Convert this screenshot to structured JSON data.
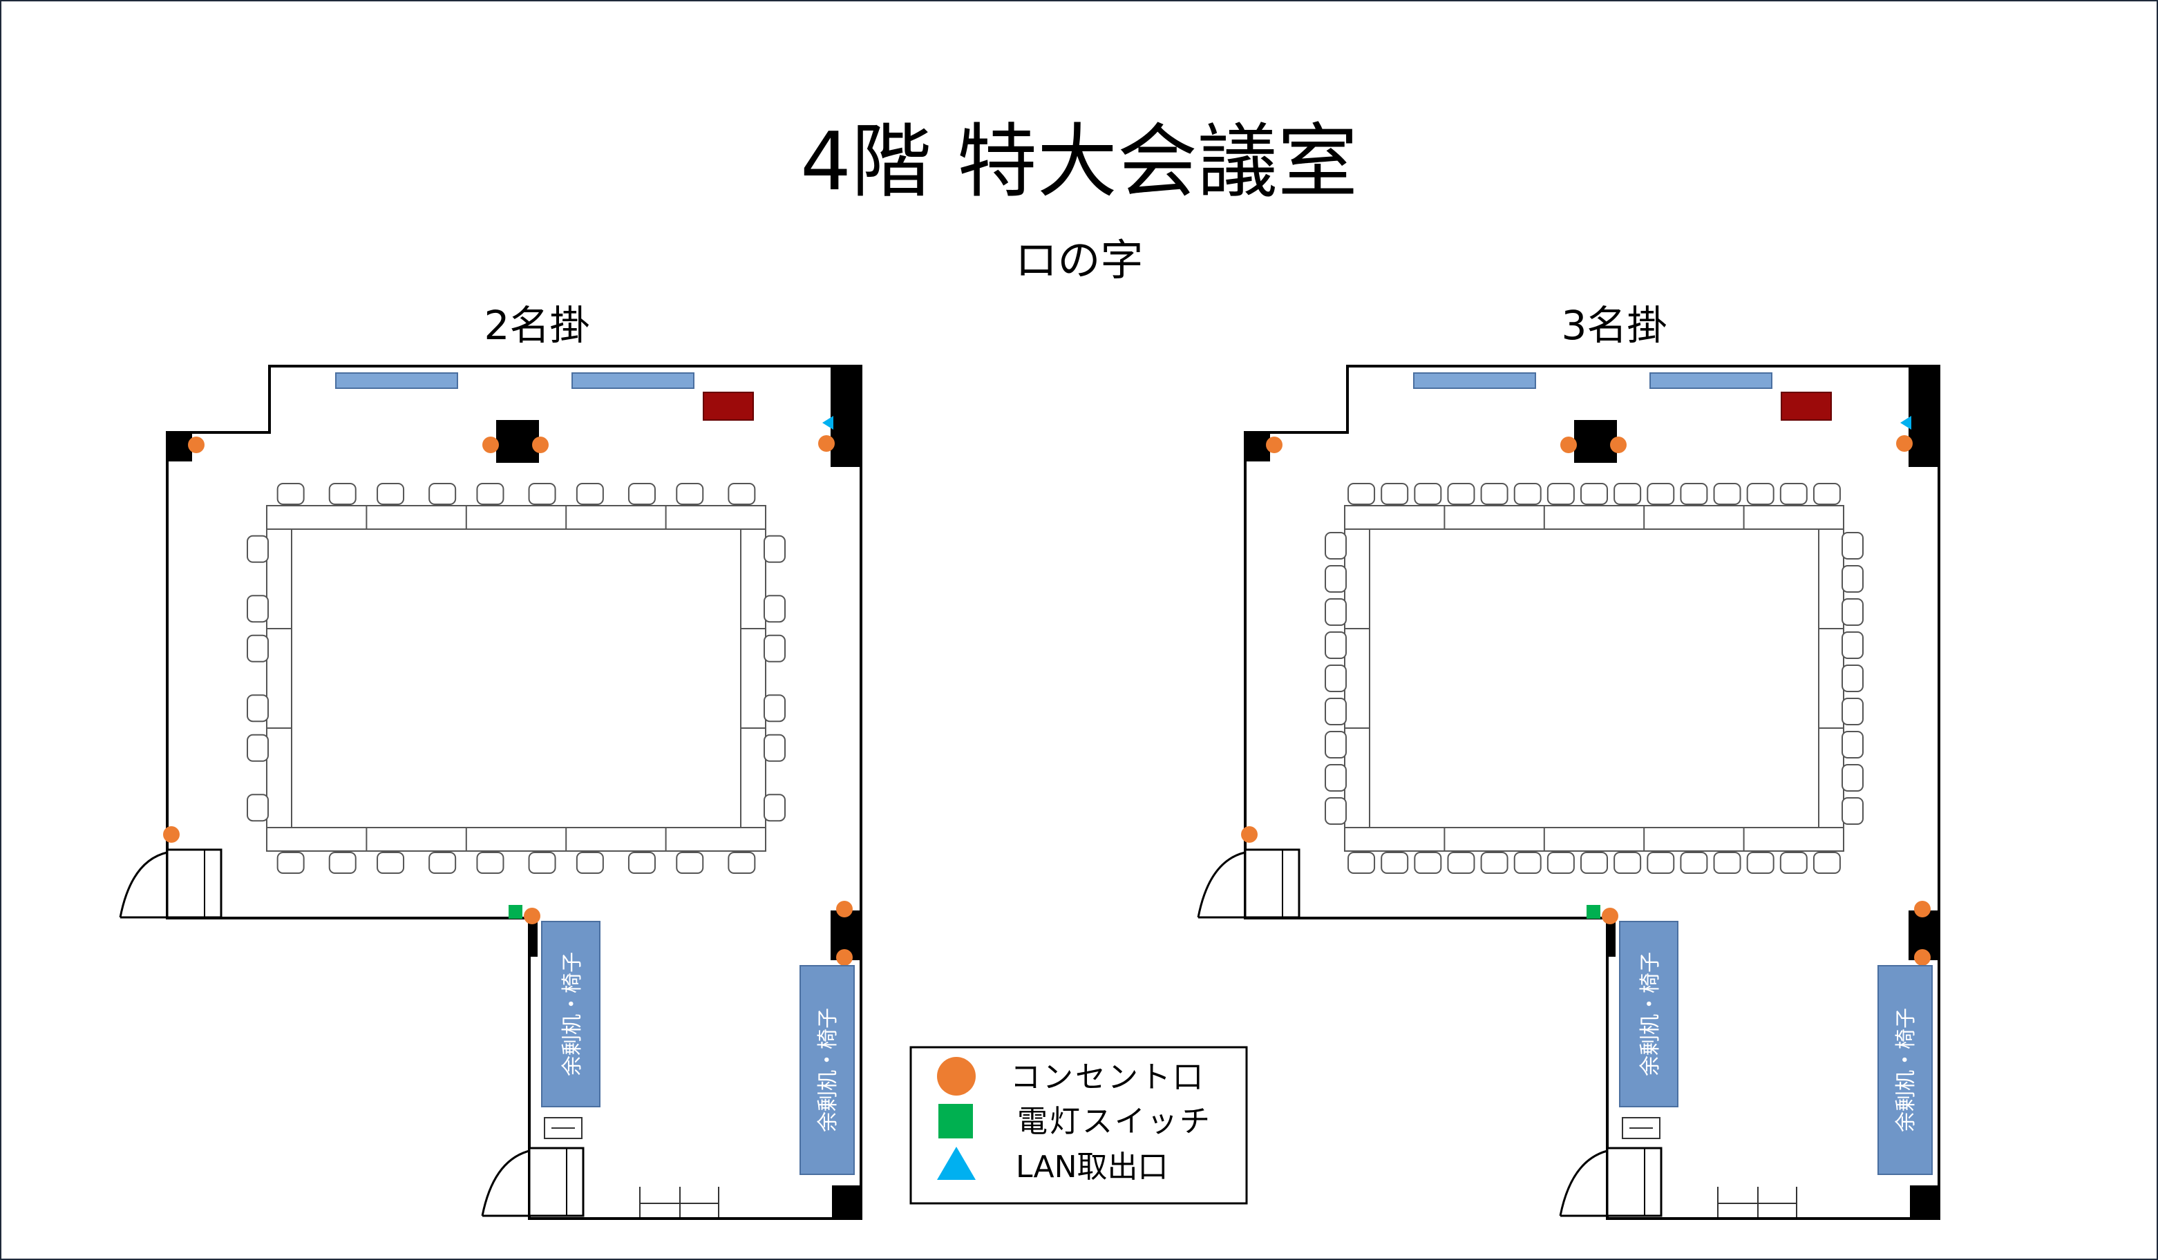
{
  "title": "4階 特大会議室",
  "subtitle": "ロの字",
  "plans": [
    {
      "label": "2名掛",
      "seats_per_table": 2
    },
    {
      "label": "3名掛",
      "seats_per_table": 3
    }
  ],
  "storage_label": "余剰机・椅子",
  "legend": {
    "outlet": "コンセント口",
    "switch": "電灯スイッチ",
    "lan": "LAN取出口"
  },
  "colors": {
    "outlet": "#ed7d31",
    "switch": "#00b050",
    "lan": "#00b0f0",
    "storage": "#6f96c8",
    "window": "#7ea6d6",
    "red_box": "#9c0a0a"
  }
}
